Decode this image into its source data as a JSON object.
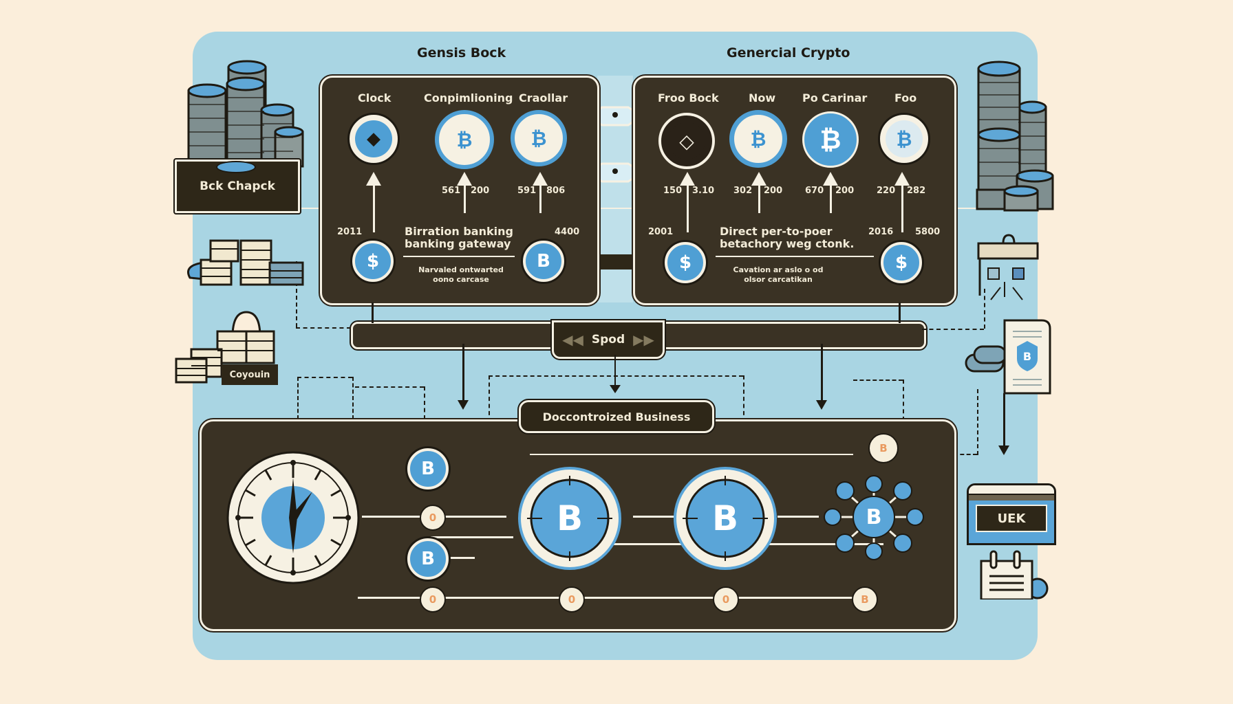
{
  "headers": {
    "left_title": "Gensis Bock",
    "right_title": "Genercial Crypto"
  },
  "left_panel": {
    "columns": [
      {
        "label": "Clock",
        "icon": "diamond-icon",
        "values": [
          "",
          ""
        ]
      },
      {
        "label": "Conpimlioning",
        "icon": "bitcoin-icon",
        "values": [
          "561",
          "200"
        ]
      },
      {
        "label": "Craollar",
        "icon": "bitcoin-icon",
        "values": [
          "591",
          "806"
        ]
      }
    ],
    "year_left": "2011",
    "year_right": "4400",
    "heading_line1": "Birration banking",
    "heading_line2": "banking gateway",
    "sub_line1": "Narvaled ontwarted",
    "sub_line2": "oono carcase",
    "coin_left": "$",
    "coin_right": "B"
  },
  "right_panel": {
    "columns": [
      {
        "label": "Froo Bock",
        "icon": "diamond-icon",
        "values": [
          "150",
          "3.10"
        ]
      },
      {
        "label": "Now",
        "icon": "bitcoin-icon",
        "values": [
          "302",
          "200"
        ]
      },
      {
        "label": "Po Carinar",
        "icon": "bitcoin-icon",
        "values": [
          "670",
          "200"
        ]
      },
      {
        "label": "Foo",
        "icon": "bitcoin-icon",
        "values": [
          "220",
          "282"
        ]
      }
    ],
    "year_left": "2001",
    "year_mid": "2016",
    "year_right": "5800",
    "heading_line1": "Direct per-to-poer",
    "heading_line2": "betachory weg ctonk.",
    "sub_line1": "Cavation ar aslo o od",
    "sub_line2": "olsor carcatikan",
    "coin_left": "$",
    "coin_right": "$"
  },
  "speed_bar": {
    "label": "Spod",
    "left_icon": "rewind-icon",
    "right_icon": "fast-forward-icon"
  },
  "decentralized": {
    "label": "Doccontroized Business"
  },
  "bottom_panel": {
    "coin_glyph": "B",
    "small_coin_glyph": "0",
    "orange_coin_glyph": "B"
  },
  "side_labels": {
    "bck_chapck": "Bck Chapck",
    "coyoun": "Coyouin",
    "uek": "UEK",
    "doc_glyph": "B"
  },
  "colors": {
    "background": "#fbeedb",
    "panel_blue": "#a9d5e3",
    "dark_panel": "#3a3224",
    "accent_blue": "#4f9fd4",
    "cream": "#f6f1e3"
  }
}
